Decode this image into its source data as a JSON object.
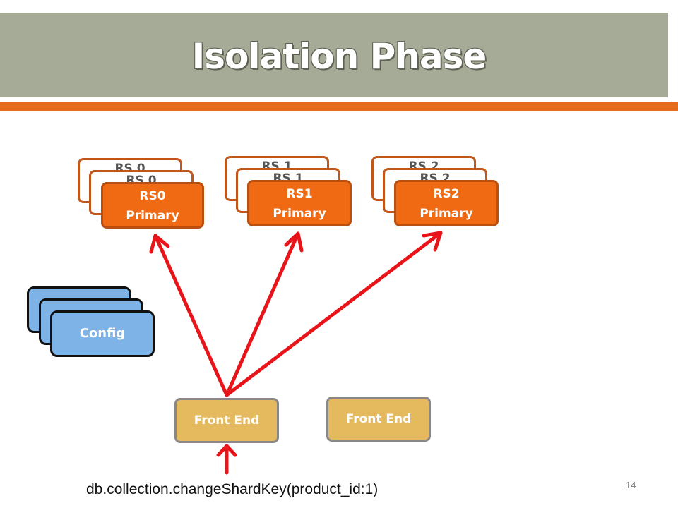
{
  "slide": {
    "title": "Isolation Phase",
    "slide_number": "14",
    "command": "db.collection.changeShardKey(product_id:1)"
  },
  "shards": [
    {
      "back_label": "RS 0",
      "name": "RS0",
      "role": "Primary"
    },
    {
      "back_label": "RS 1",
      "name": "RS1",
      "role": "Primary"
    },
    {
      "back_label": "RS 2",
      "name": "RS2",
      "role": "Primary"
    }
  ],
  "config": {
    "label": "Config"
  },
  "front_ends": [
    {
      "label": "Front End"
    },
    {
      "label": "Front End"
    }
  ],
  "colors": {
    "title_bar": "#a6ab98",
    "accent": "#e36c1d",
    "shard_primary": "#f06a14",
    "config": "#7db3e6",
    "front_end": "#e5b95e",
    "arrow": "#e8141a"
  }
}
